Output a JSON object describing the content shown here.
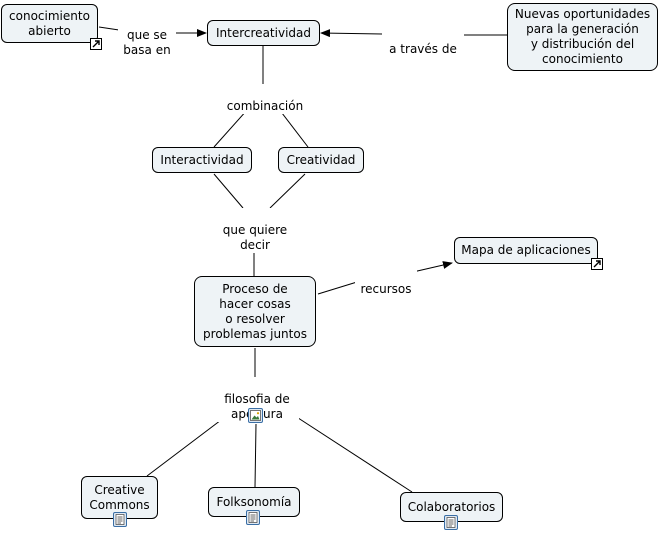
{
  "concepts": {
    "conocimiento_abierto": "conocimiento\nabierto",
    "intercreatividad": "Intercreatividad",
    "nuevas_oportunidades": "Nuevas oportunidades\npara la generación\ny distribución del\nconocimiento",
    "interactividad": "Interactividad",
    "creatividad": "Creatividad",
    "proceso": "Proceso de\nhacer cosas\no resolver\nproblemas juntos",
    "mapa_aplicaciones": "Mapa de aplicaciones",
    "creative_commons": "Creative\nCommons",
    "folksonomia": "Folksonomía",
    "colaboratorios": "Colaboratorios"
  },
  "links": {
    "que_se_basa_en": "que se\nbasa en",
    "a_traves_de": "a través de",
    "combinacion": "combinación",
    "que_quiere_decir": "que quiere\ndecir",
    "recursos": "recursos",
    "filosofia_de_apertura": "filosofia de\napertura"
  },
  "icons": {
    "external_link": "external-link-icon",
    "document": "document-icon",
    "image": "image-icon"
  },
  "colors": {
    "node_fill": "#eef3f6",
    "line": "#000000",
    "icon_accent": "#3a6ea5"
  }
}
